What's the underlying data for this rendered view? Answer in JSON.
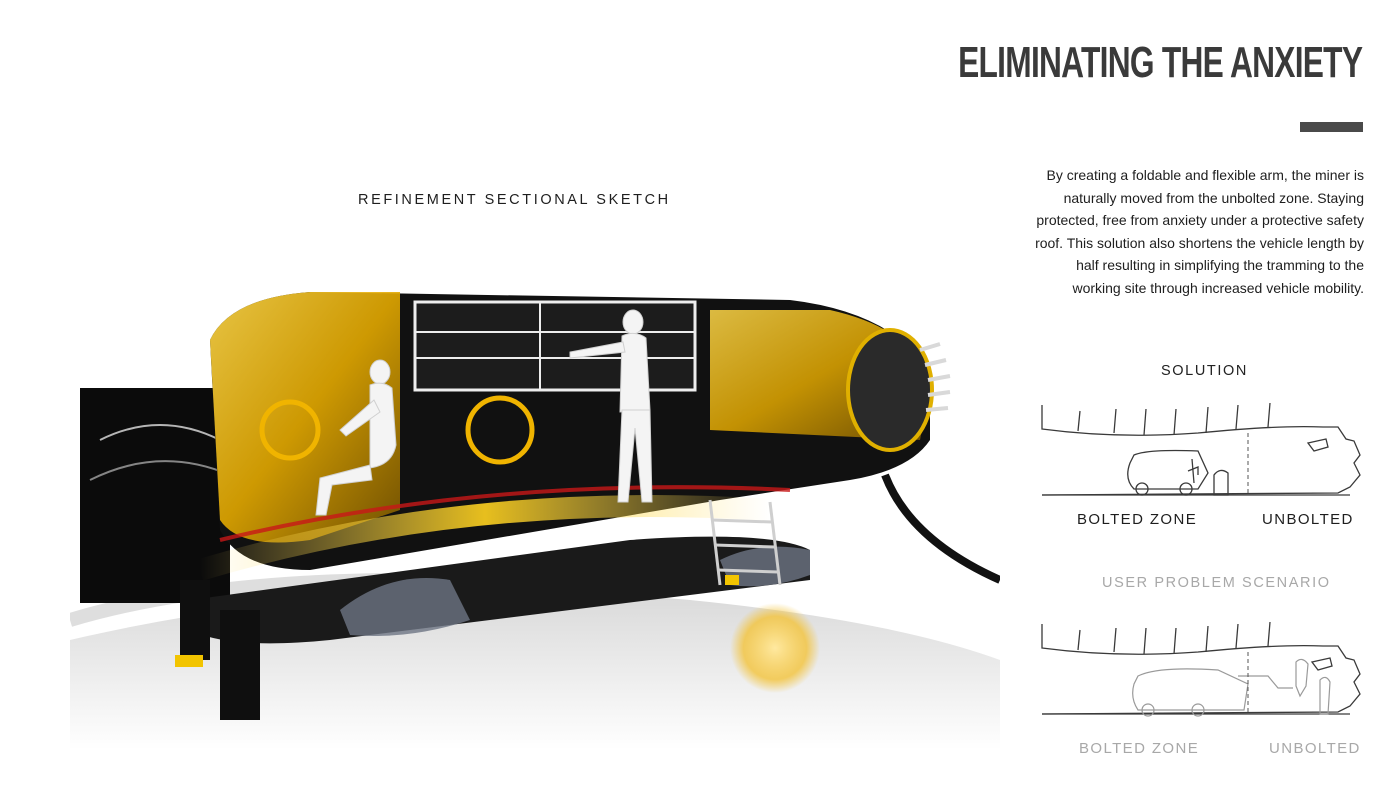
{
  "header": {
    "title": "ELIMINATING THE ANXIETY"
  },
  "description": "By creating a foldable and flexible arm, the miner is naturally moved from the unbolted zone. Staying protected, free from anxiety under a protective safety roof. This solution also shortens the vehicle length by half resulting in simplifying the tramming to the working site through increased vehicle mobility.",
  "sketch": {
    "caption": "REFINEMENT SECTIONAL SKETCH"
  },
  "solution": {
    "heading": "SOLUTION",
    "zone_left": "BOLTED ZONE",
    "zone_right": "UNBOLTED"
  },
  "problem": {
    "heading": "USER PROBLEM SCENARIO",
    "zone_left": "BOLTED ZONE",
    "zone_right": "UNBOLTED"
  },
  "colors": {
    "accent_yellow": "#f2b705",
    "title_gray": "#3a3a3a",
    "muted_gray": "#a8a8a8"
  }
}
